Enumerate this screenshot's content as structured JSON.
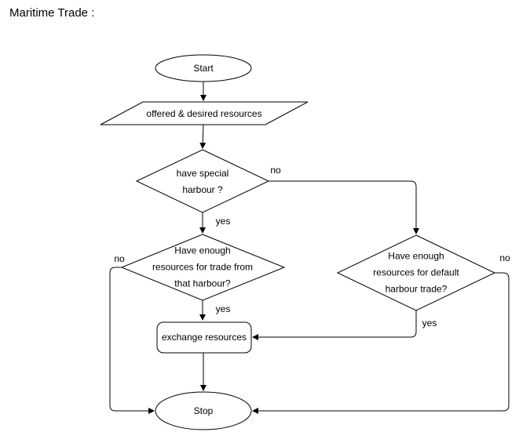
{
  "title": "Maritime Trade :",
  "colors": {
    "stroke": "#000000",
    "fill": "#ffffff",
    "text": "#000000"
  },
  "nodes": {
    "start": {
      "type": "terminator",
      "label": "Start"
    },
    "offered_desired": {
      "type": "data",
      "label": "offered & desired resources"
    },
    "special_harbour": {
      "type": "decision",
      "lines": [
        "have special",
        "harbour ?"
      ]
    },
    "trade_from_harbour": {
      "type": "decision",
      "lines": [
        "Have enough",
        "resources for trade from",
        "that harbour?"
      ]
    },
    "default_harbour": {
      "type": "decision",
      "lines": [
        "Have enough",
        "resources for default",
        "harbour trade?"
      ]
    },
    "exchange": {
      "type": "process",
      "label": "exchange resources"
    },
    "stop": {
      "type": "terminator",
      "label": "Stop"
    }
  },
  "edge_labels": {
    "special_harbour_no": "no",
    "special_harbour_yes": "yes",
    "trade_from_harbour_no": "no",
    "trade_from_harbour_yes": "yes",
    "default_harbour_no": "no",
    "default_harbour_yes": "yes"
  }
}
